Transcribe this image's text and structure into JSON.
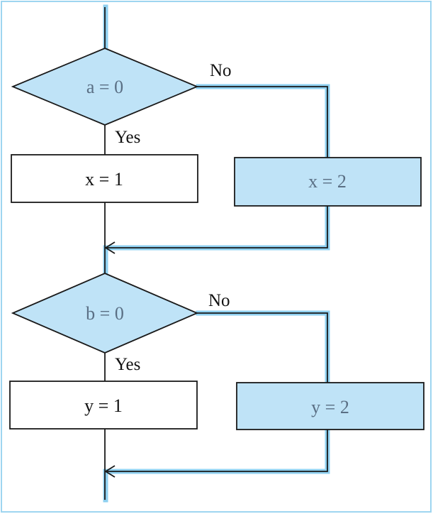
{
  "diagram": {
    "decision1": {
      "label": "a = 0",
      "yes": "Yes",
      "no": "No"
    },
    "process_x1": {
      "label": "x = 1"
    },
    "process_x2": {
      "label": "x = 2"
    },
    "decision2": {
      "label": "b = 0",
      "yes": "Yes",
      "no": "No"
    },
    "process_y1": {
      "label": "y = 1"
    },
    "process_y2": {
      "label": "y = 2"
    }
  },
  "colors": {
    "highlight_fill": "#bfe3f7",
    "highlight_path": "#8fd0f0",
    "frame": "#9ed5f0",
    "stroke": "#1a1a1a",
    "highlight_text": "#5a6f84",
    "normal_text": "#111111"
  }
}
